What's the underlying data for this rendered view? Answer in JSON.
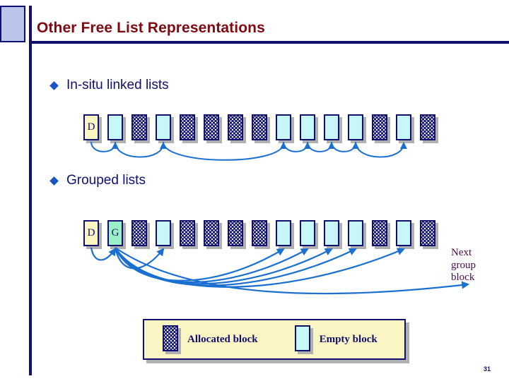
{
  "slide": {
    "title": "Other Free List Representations",
    "page_number": "31",
    "accent_color": "#10106e",
    "title_color": "#7f0a11",
    "bullet_color": "#1a55c8",
    "arrow_color": "#1a6fd0"
  },
  "bullets": [
    {
      "label": "In-situ linked lists",
      "glyph": "diamond-bullet-icon"
    },
    {
      "label": "Grouped lists",
      "glyph": "diamond-bullet-icon"
    }
  ],
  "diagrams": {
    "insitu": {
      "name": "in-situ-linked-lists-diagram",
      "blocks": [
        {
          "kind": "head",
          "label": "D",
          "fill": "#fbf5c4"
        },
        {
          "kind": "empty",
          "label": "",
          "fill": "#c8f7fa"
        },
        {
          "kind": "alloc",
          "label": "",
          "fill": "#1a1a7a"
        },
        {
          "kind": "empty",
          "label": "",
          "fill": "#c8f7fa"
        },
        {
          "kind": "alloc",
          "label": "",
          "fill": "#1a1a7a"
        },
        {
          "kind": "alloc",
          "label": "",
          "fill": "#1a1a7a"
        },
        {
          "kind": "alloc",
          "label": "",
          "fill": "#1a1a7a"
        },
        {
          "kind": "alloc",
          "label": "",
          "fill": "#1a1a7a"
        },
        {
          "kind": "empty",
          "label": "",
          "fill": "#c8f7fa"
        },
        {
          "kind": "empty",
          "label": "",
          "fill": "#c8f7fa"
        },
        {
          "kind": "empty",
          "label": "",
          "fill": "#c8f7fa"
        },
        {
          "kind": "empty",
          "label": "",
          "fill": "#c8f7fa"
        },
        {
          "kind": "alloc",
          "label": "",
          "fill": "#1a1a7a"
        },
        {
          "kind": "empty",
          "label": "",
          "fill": "#c8f7fa"
        },
        {
          "kind": "alloc",
          "label": "",
          "fill": "#1a1a7a"
        }
      ],
      "links": [
        {
          "from": 0,
          "to": 1
        },
        {
          "from": 1,
          "to": 3
        },
        {
          "from": 3,
          "to": 8
        },
        {
          "from": 8,
          "to": 9
        },
        {
          "from": 9,
          "to": 10
        },
        {
          "from": 10,
          "to": 11
        },
        {
          "from": 11,
          "to": 13
        }
      ]
    },
    "grouped": {
      "name": "grouped-lists-diagram",
      "blocks": [
        {
          "kind": "head",
          "label": "D",
          "fill": "#fbf5c4"
        },
        {
          "kind": "group",
          "label": "G",
          "fill": "#9cf0c8"
        },
        {
          "kind": "alloc",
          "label": "",
          "fill": "#1a1a7a"
        },
        {
          "kind": "empty",
          "label": "",
          "fill": "#c8f7fa"
        },
        {
          "kind": "alloc",
          "label": "",
          "fill": "#1a1a7a"
        },
        {
          "kind": "alloc",
          "label": "",
          "fill": "#1a1a7a"
        },
        {
          "kind": "alloc",
          "label": "",
          "fill": "#1a1a7a"
        },
        {
          "kind": "alloc",
          "label": "",
          "fill": "#1a1a7a"
        },
        {
          "kind": "empty",
          "label": "",
          "fill": "#c8f7fa"
        },
        {
          "kind": "empty",
          "label": "",
          "fill": "#c8f7fa"
        },
        {
          "kind": "empty",
          "label": "",
          "fill": "#c8f7fa"
        },
        {
          "kind": "empty",
          "label": "",
          "fill": "#c8f7fa"
        },
        {
          "kind": "alloc",
          "label": "",
          "fill": "#1a1a7a"
        },
        {
          "kind": "empty",
          "label": "",
          "fill": "#c8f7fa"
        },
        {
          "kind": "alloc",
          "label": "",
          "fill": "#1a1a7a"
        }
      ],
      "links": [
        {
          "from": 0,
          "to": 1
        },
        {
          "from": 1,
          "to": 3
        },
        {
          "from": 1,
          "to": 8
        },
        {
          "from": 1,
          "to": 9
        },
        {
          "from": 1,
          "to": 10
        },
        {
          "from": 1,
          "to": 11
        },
        {
          "from": 1,
          "to": 13
        }
      ],
      "next_group_label": "Next\ngroup\nblock"
    }
  },
  "legend": {
    "name": "block-legend",
    "items": [
      {
        "label": "Allocated block",
        "swatch": "allocated-block-swatch"
      },
      {
        "label": "Empty block",
        "swatch": "empty-block-swatch"
      }
    ]
  }
}
